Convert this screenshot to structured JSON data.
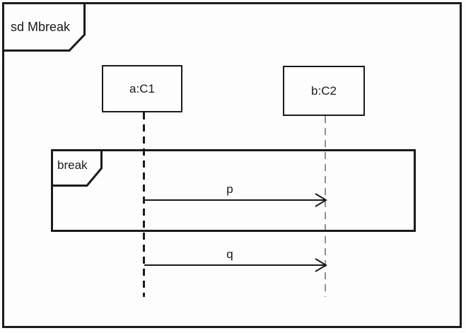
{
  "diagram": {
    "type": "uml-sequence-diagram",
    "frame_title": "sd Mbreak",
    "fragment": {
      "operator": "break"
    },
    "lifelines": [
      {
        "label": "a:C1"
      },
      {
        "label": "b:C2"
      }
    ],
    "messages": [
      {
        "label": "p",
        "from": "a:C1",
        "to": "b:C2",
        "inside_fragment": true
      },
      {
        "label": "q",
        "from": "a:C1",
        "to": "b:C2",
        "inside_fragment": false
      }
    ],
    "colors": {
      "line": "#1a1a1a",
      "secondary_lifeline": "#8f8f8f",
      "background": "#fdfdfd"
    }
  }
}
